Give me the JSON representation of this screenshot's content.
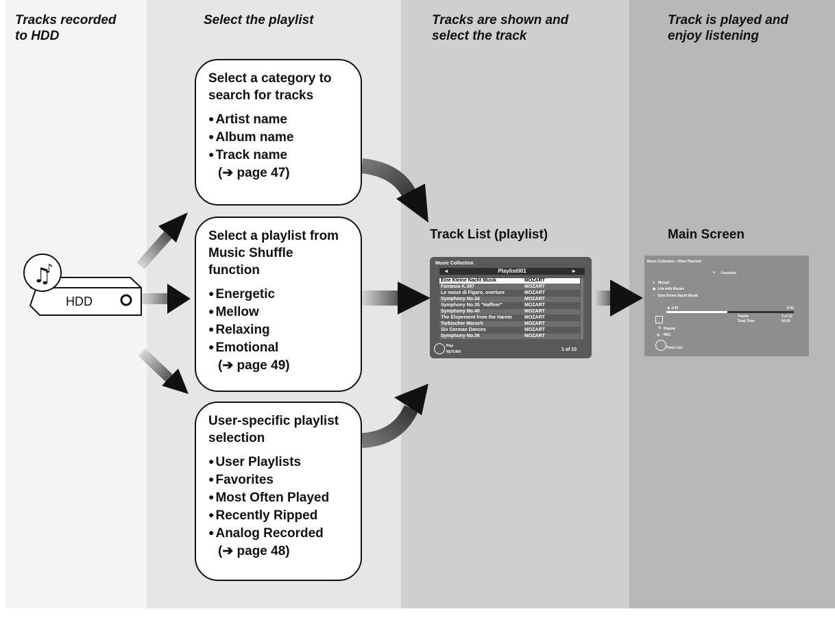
{
  "columns": [
    {
      "heading": "Tracks recorded\nto HDD"
    },
    {
      "heading": "Select the playlist"
    },
    {
      "heading": "Tracks are shown and\nselect the track"
    },
    {
      "heading": "Track is played and\nenjoy listening"
    }
  ],
  "device": {
    "label": "HDD"
  },
  "bubbles": [
    {
      "title": "Select a category to\nsearch for tracks",
      "items": [
        "Artist name",
        "Album name",
        "Track name"
      ],
      "ref": "(➔ page 47)"
    },
    {
      "title": "Select a playlist from\nMusic Shuffle\nfunction",
      "items": [
        "Energetic",
        "Mellow",
        "Relaxing",
        "Emotional"
      ],
      "ref": "(➔ page 49)"
    },
    {
      "title": "User-specific playlist\nselection",
      "items": [
        "User Playlists",
        "Favorites",
        "Most Often Played",
        "Recently Ripped",
        "Analog Recorded"
      ],
      "ref": "(➔ page 48)"
    }
  ],
  "track_list": {
    "title": "Track List (playlist)",
    "header": "Music Collection",
    "playlist": "Playlist001",
    "rows": [
      {
        "track": "Eine Kleine Nacht Musik",
        "artist": "MOZART"
      },
      {
        "track": "Fantasia K.397",
        "artist": "MOZART"
      },
      {
        "track": "Le nozze di Figaro, overture",
        "artist": "MOZART"
      },
      {
        "track": "Symphony No.34",
        "artist": "MOZART"
      },
      {
        "track": "Symphony No.35 \"Haffner\"",
        "artist": "MOZART"
      },
      {
        "track": "Symphony No.40",
        "artist": "MOZART"
      },
      {
        "track": "The Elopement from the Harem",
        "artist": "MOZART"
      },
      {
        "track": "Turkischer Marsch",
        "artist": "MOZART"
      },
      {
        "track": "Six German Dances",
        "artist": "MOZART"
      },
      {
        "track": "Symphony No.36",
        "artist": "MOZART"
      }
    ],
    "play": "Play",
    "return": "RETURN",
    "page": "1 of 10"
  },
  "main_screen": {
    "title": "Main Screen",
    "breadcrumb": "Music Collection : Other Playlists",
    "category": "Favorites",
    "artist": "Mozart",
    "album": "Life with Mozart",
    "track": "Eine Kleine Nacht Musik",
    "elapsed": "▶ 2:45",
    "duration": "5:42",
    "progress": 0.48,
    "tracks_label": "Tracks",
    "tracks_value": "3 of 12",
    "total_label": "Total Time",
    "total_value": "56:00",
    "repeat": "Repeat",
    "rec": "REC",
    "track_list": "Track List"
  }
}
